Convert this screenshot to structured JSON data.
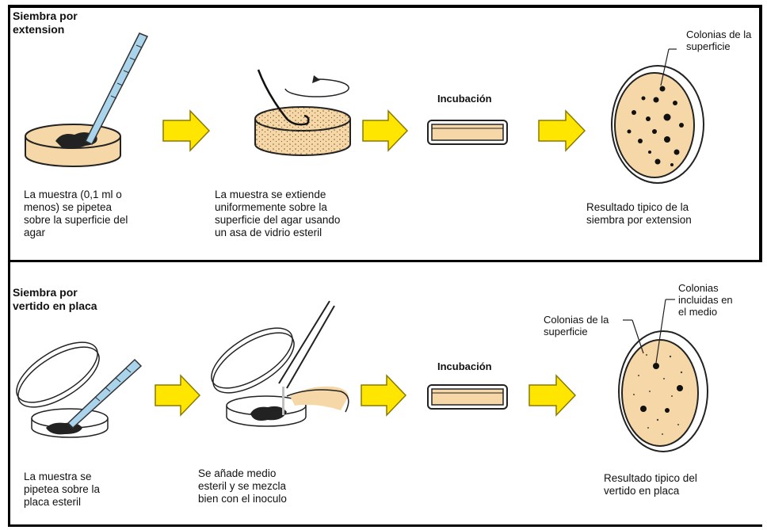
{
  "extension_panel": {
    "title": "Siembra por\nextension",
    "step1_caption": "La muestra (0,1 ml o\nmenos) se pipetea\nsobre la superficie del\nagar",
    "step2_caption": "La muestra se extiende\nuniformemente sobre la\nsuperficie del agar usando\nun asa de vidrio esteril",
    "incubation_label": "Incubación",
    "surface_colonies_label": "Colonias de la\nsuperficie",
    "result_caption": "Resultado tipico de la\nsiembra por extension"
  },
  "pour_panel": {
    "title": "Siembra por\nvertido en placa",
    "step1_caption": "La muestra se\npipetea sobre la\nplaca esteril",
    "step2_caption": "Se añade medio\nesteril y se mezcla\nbien con el inoculo",
    "incubation_label": "Incubación",
    "surface_colonies_label": "Colonias de la\nsuperficie",
    "embedded_colonies_label": "Colonias\nincluidas en\nel medio",
    "result_caption": "Resultado tipico del\nvertido en placa"
  },
  "colors": {
    "agar": "#f6d8a8",
    "arrow_fill": "#ffe600",
    "arrow_stroke": "#8a7a00",
    "pipette": "#a9d4ec",
    "colony": "#111111"
  }
}
